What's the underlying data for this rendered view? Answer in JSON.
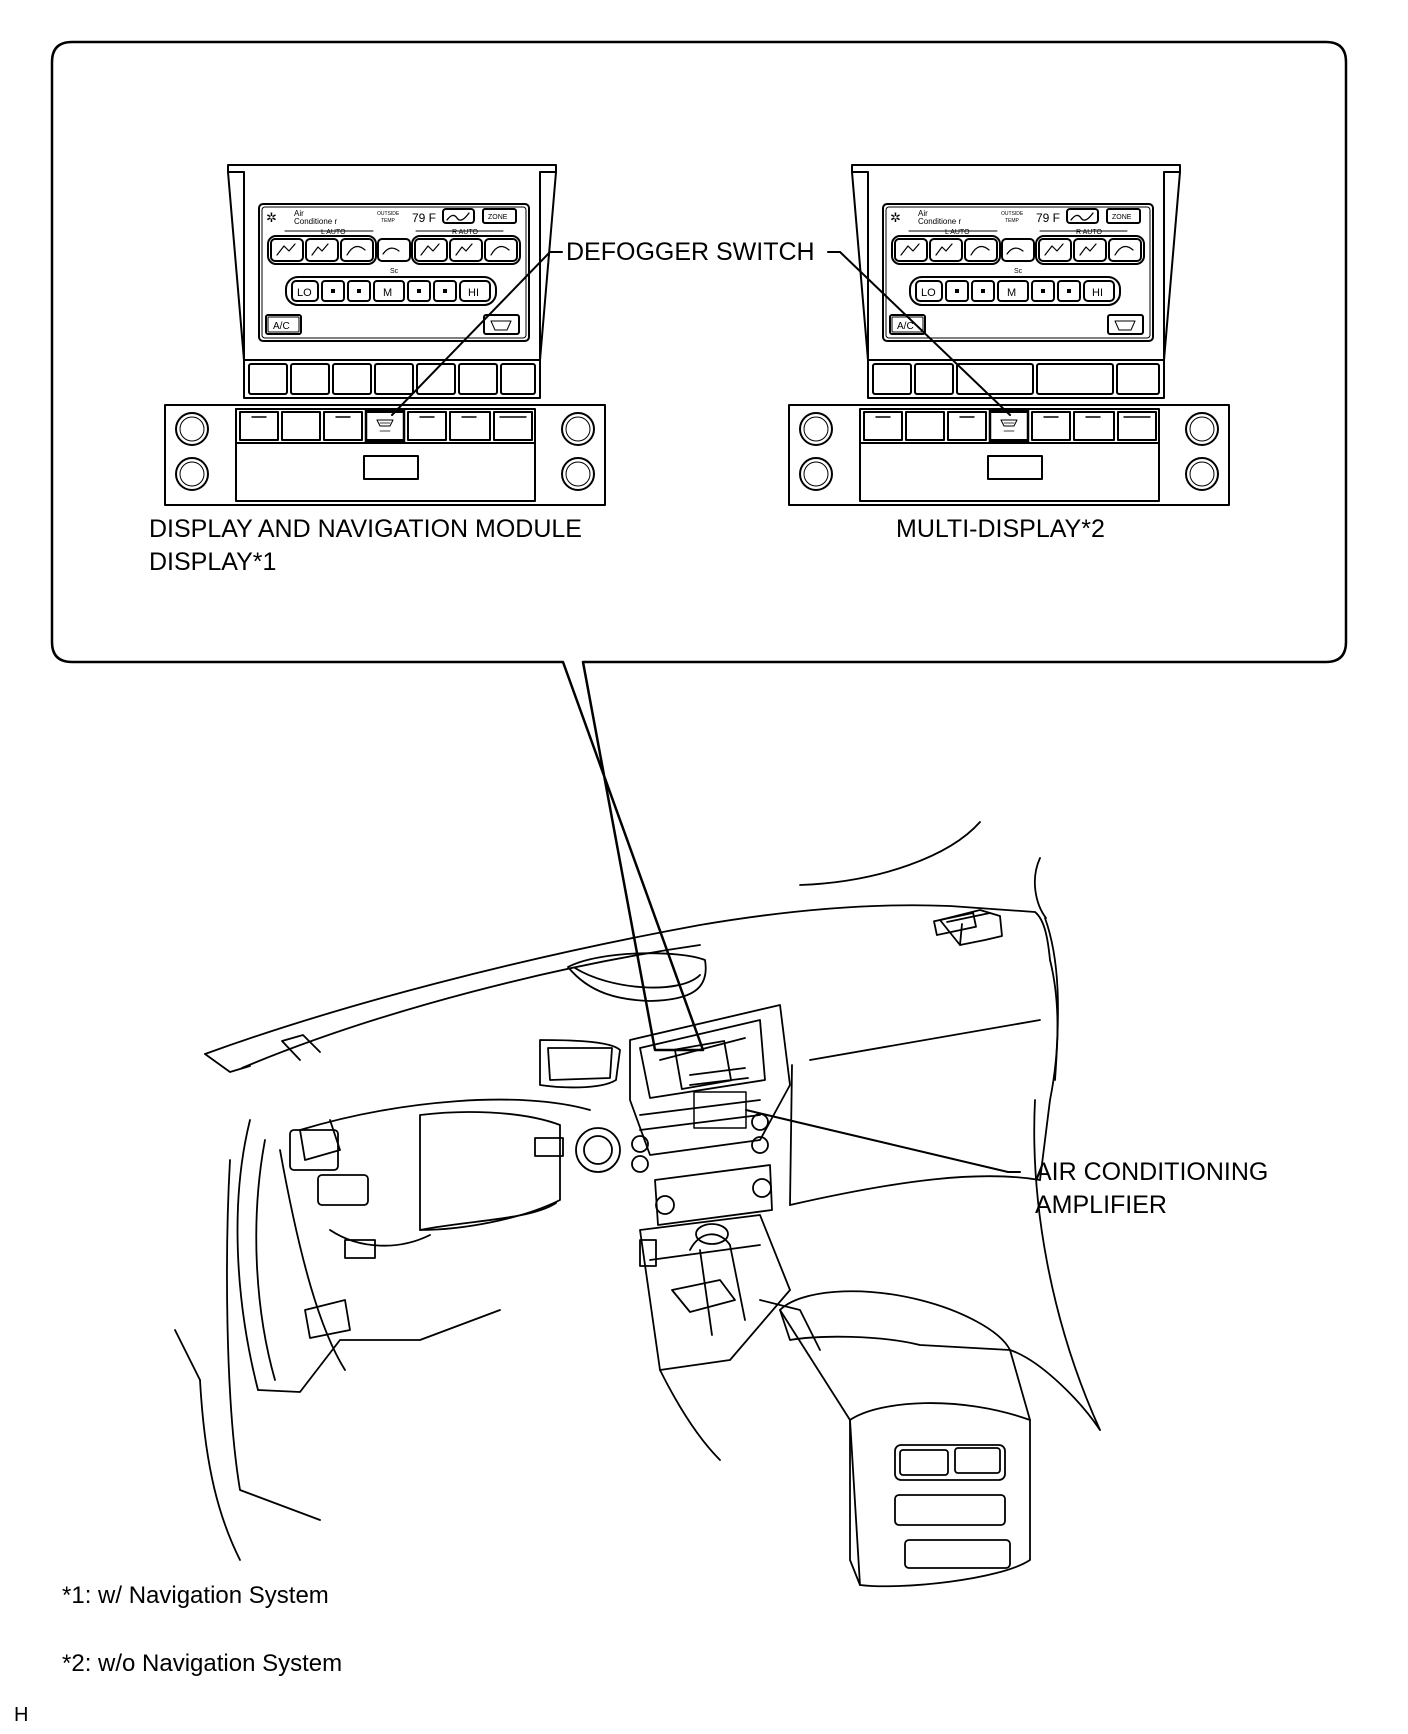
{
  "labels": {
    "defogger_switch": "DEFOGGER SWITCH",
    "display_nav_module_line1": "DISPLAY AND NAVIGATION MODULE",
    "display_nav_module_line2": "DISPLAY*1",
    "multi_display": "MULTI-DISPLAY*2",
    "ac_amplifier_line1": "AIR CONDITIONING",
    "ac_amplifier_line2": "AMPLIFIER"
  },
  "footnotes": {
    "note1": "*1: w/ Navigation System",
    "note2": "*2: w/o Navigation System"
  },
  "corner_mark": "H",
  "screen": {
    "title_line1": "Air",
    "title_line2": "Conditione r",
    "outside_temp_label": "OUTSIDE TEMP",
    "temperature": "79 F",
    "auto_left": "L AUTO",
    "auto_right": "R AUTO",
    "fan_label": "Sc",
    "fan_lo": "LO",
    "fan_m": "M",
    "fan_hi": "HI",
    "ac_button": "A/C",
    "zone_button": "ZONE"
  },
  "icons": [
    "fan-icon",
    "defroster-icon",
    "seat-airflow-icon",
    "rear-defogger-icon"
  ]
}
